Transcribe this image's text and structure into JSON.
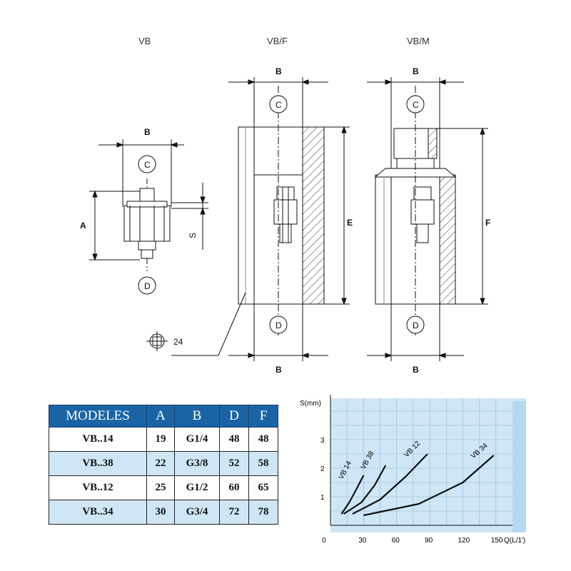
{
  "titles": {
    "vb": "VB",
    "vbf": "VB/F",
    "vbm": "VB/M"
  },
  "dims": {
    "a": "A",
    "b": "B",
    "e": "E",
    "f": "F",
    "s": "S"
  },
  "ports": {
    "c": "C",
    "d": "D"
  },
  "wrench": "24",
  "table": {
    "headers": [
      "MODELES",
      "A",
      "B",
      "D",
      "F"
    ],
    "rows": [
      [
        "VB..14",
        "19",
        "G1/4",
        "48",
        "48"
      ],
      [
        "VB..38",
        "22",
        "G3/8",
        "52",
        "58"
      ],
      [
        "VB..12",
        "25",
        "G1/2",
        "60",
        "65"
      ],
      [
        "VB..34",
        "30",
        "G3/4",
        "72",
        "78"
      ]
    ]
  },
  "chart_data": {
    "type": "line",
    "ylabel": "S(mm)",
    "xlabel": "Q(L/1')",
    "xticks": [
      "0",
      "30",
      "60",
      "90",
      "120",
      "150"
    ],
    "yticks": [
      "1",
      "2",
      "3"
    ],
    "xlim": [
      0,
      165
    ],
    "ylim": [
      0,
      4.5
    ],
    "grid": true,
    "series": [
      {
        "name": "VB 14",
        "points": [
          [
            10,
            0.4
          ],
          [
            17,
            0.8
          ],
          [
            24,
            1.3
          ],
          [
            30,
            1.75
          ]
        ]
      },
      {
        "name": "VB 38",
        "points": [
          [
            12,
            0.4
          ],
          [
            28,
            0.8
          ],
          [
            40,
            1.4
          ],
          [
            50,
            2.1
          ]
        ]
      },
      {
        "name": "VB 12",
        "points": [
          [
            20,
            0.4
          ],
          [
            45,
            0.9
          ],
          [
            68,
            1.7
          ],
          [
            88,
            2.5
          ]
        ]
      },
      {
        "name": "VB 34",
        "points": [
          [
            30,
            0.35
          ],
          [
            80,
            0.75
          ],
          [
            120,
            1.5
          ],
          [
            148,
            2.45
          ]
        ]
      }
    ]
  }
}
